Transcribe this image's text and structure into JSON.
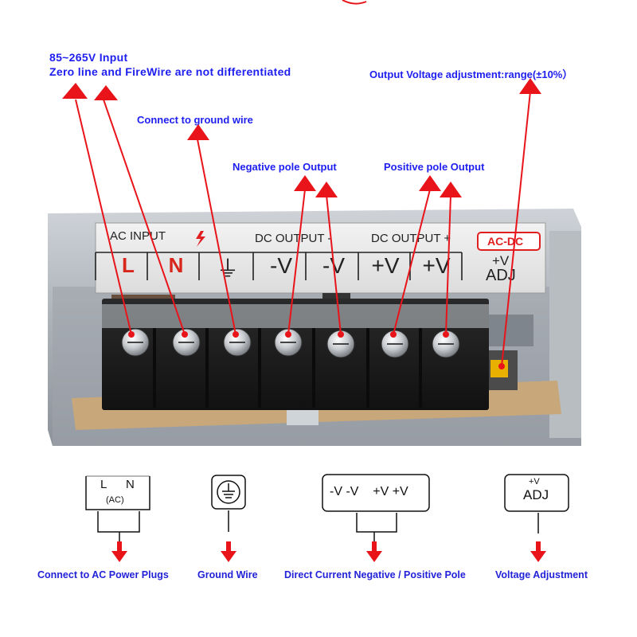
{
  "labels": {
    "input_line1": "85~265V Input",
    "input_line2": "Zero line and FireWire are not differentiated",
    "ground": "Connect to ground wire",
    "negative": "Negative pole Output",
    "positive": "Positive pole Output",
    "adjust": "Output Voltage adjustment:range(±10%）"
  },
  "panel": {
    "ac_input": "AC INPUT",
    "dc_output_minus": "DC OUTPUT -",
    "dc_output_plus": "DC OUTPUT +",
    "ac_dc": "AC-DC",
    "terminals": [
      "L",
      "N",
      "⏚",
      "-V",
      "-V",
      "+V",
      "+V"
    ],
    "adj_top": "+V",
    "adj_bottom": "ADJ"
  },
  "symbols": {
    "ac_l": "L",
    "ac_n": "N",
    "ac_sub": "(AC)",
    "dc_terms": "-V -V    +V +V",
    "adj_top": "+V",
    "adj_bottom": "ADJ"
  },
  "captions": {
    "ac": "Connect to AC Power Plugs",
    "ground": "Ground Wire",
    "dc": "Direct Current Negative / Positive Pole",
    "adj": "Voltage Adjustment"
  },
  "colors": {
    "label_blue": "#1e1ef0",
    "arrow_red": "#e8141a",
    "terminal_red": "#d8261c",
    "ac_dc_red": "#e02020"
  }
}
